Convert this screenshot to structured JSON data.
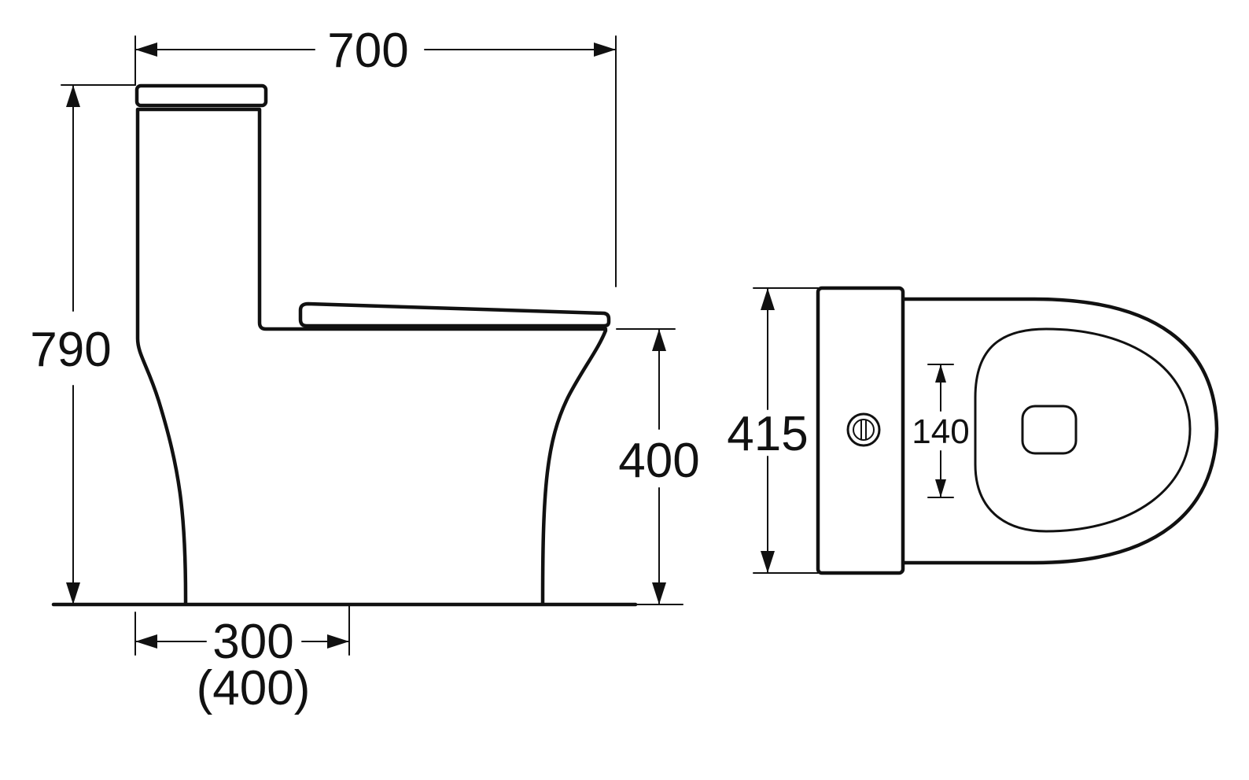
{
  "side_view": {
    "dimensions": {
      "overall_length": "700",
      "overall_height": "790",
      "seat_height": "400",
      "rough_in": "300",
      "rough_in_alt": "(400)"
    }
  },
  "top_view": {
    "dimensions": {
      "tank_depth": "415",
      "drain_width": "140"
    }
  },
  "colors": {
    "line": "#111111",
    "background": "#ffffff"
  }
}
